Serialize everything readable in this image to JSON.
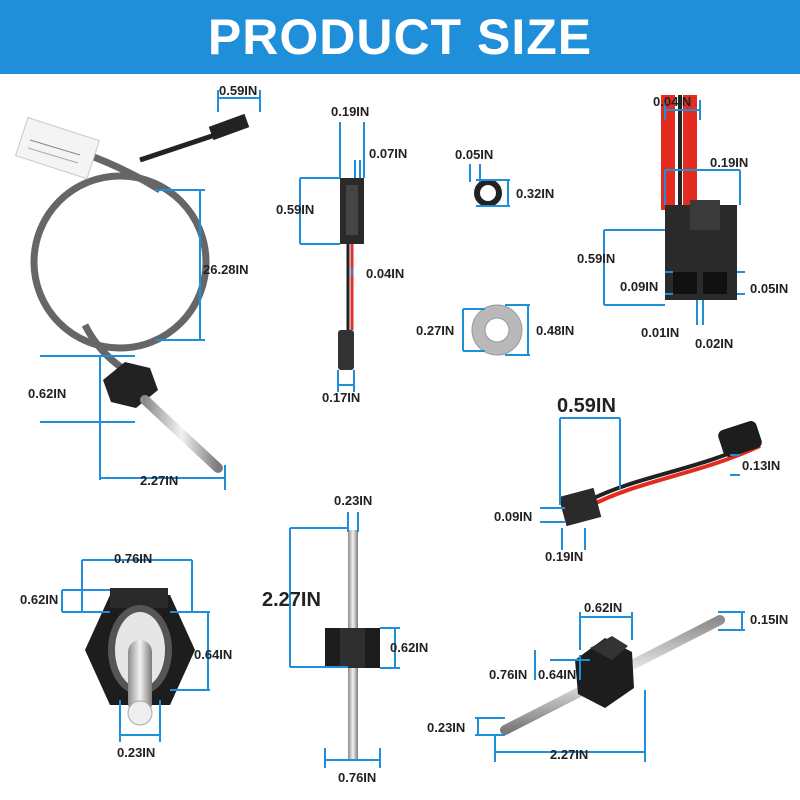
{
  "banner": {
    "title": "PRODUCT SIZE",
    "color": "#1f8fd9"
  },
  "dimension_color": "#1f8fd9",
  "labels": {
    "cable_connector_width": "0.59IN",
    "cable_length": "26.28IN",
    "cable_nut_height": "0.62IN",
    "cable_probe_length": "2.27IN",
    "plug_width": "0.19IN",
    "plug_gap": "0.07IN",
    "plug_height": "0.59IN",
    "wire_diameter": "0.04IN",
    "sleeve_width": "0.17IN",
    "oring_cross_section": "0.05IN",
    "oring_diameter": "0.32IN",
    "washer_inner": "0.27IN",
    "washer_outer": "0.48IN",
    "socket_wire": "0.04IN",
    "socket_width": "0.19IN",
    "socket_height": "0.59IN",
    "socket_pin_left": "0.09IN",
    "socket_pin_right": "0.05IN",
    "socket_gap_a": "0.01IN",
    "socket_gap_b": "0.02IN",
    "conn_length": "0.59IN",
    "conn_cable": "0.13IN",
    "conn_height": "0.09IN",
    "conn_width": "0.19IN",
    "front_nut_width": "0.76IN",
    "front_nut_height": "0.62IN",
    "front_nut_across": "0.64IN",
    "front_probe": "0.23IN",
    "side_probe_diameter": "0.23IN",
    "side_total_length": "2.27IN",
    "side_nut_height": "0.62IN",
    "side_nut_width": "0.76IN",
    "iso_nut": "0.62IN",
    "iso_rod_end": "0.15IN",
    "iso_nut_width": "0.76IN",
    "iso_nut_across": "0.64IN",
    "iso_probe": "0.23IN",
    "iso_length": "2.27IN"
  }
}
